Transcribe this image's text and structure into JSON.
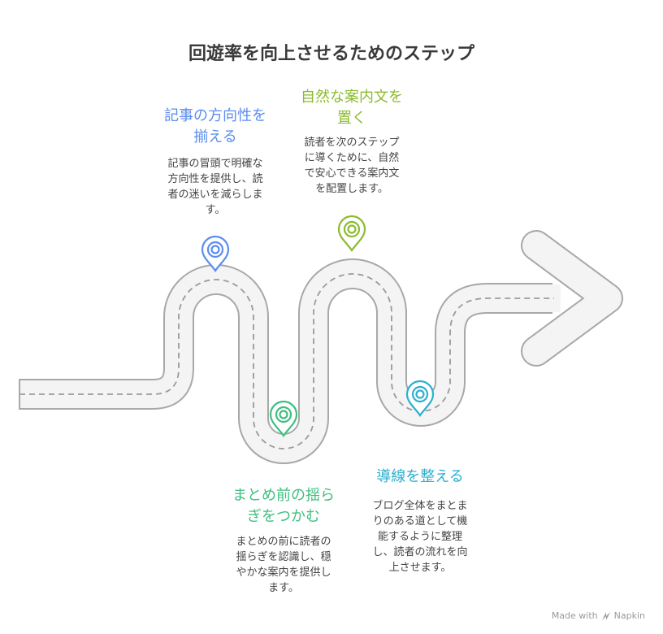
{
  "title": "回遊率を向上させるためのステップ",
  "steps": [
    {
      "heading": "記事の方向性を\n揃える",
      "desc": "記事の冒頭で明確な\n方向性を提供し、読\n者の迷いを減らしま\nす。",
      "color": "#5b8def",
      "icon": "map-pin-icon"
    },
    {
      "heading": "まとめ前の揺ら\nぎをつかむ",
      "desc": "まとめの前に読者の\n揺らぎを認識し、穏\nやかな案内を提供し\nます。",
      "color": "#3fbf7f",
      "icon": "map-pin-icon"
    },
    {
      "heading": "自然な案内文を\n置く",
      "desc": "読者を次のステップ\nに導くために、自然\nで安心できる案内文\nを配置します。",
      "color": "#8cbb2e",
      "icon": "map-pin-icon"
    },
    {
      "heading": "導線を整える",
      "desc": "ブログ全体をまとま\nりのある道として機\n能するように整理\nし、読者の流れを向\n上させます。",
      "color": "#2bb0cf",
      "icon": "map-pin-icon"
    }
  ],
  "footer": {
    "made_with": "Made with",
    "brand": "Napkin"
  },
  "colors": {
    "road_fill": "#f4f4f4",
    "road_edge": "#a8a8a8",
    "title": "#3a3a3a"
  }
}
